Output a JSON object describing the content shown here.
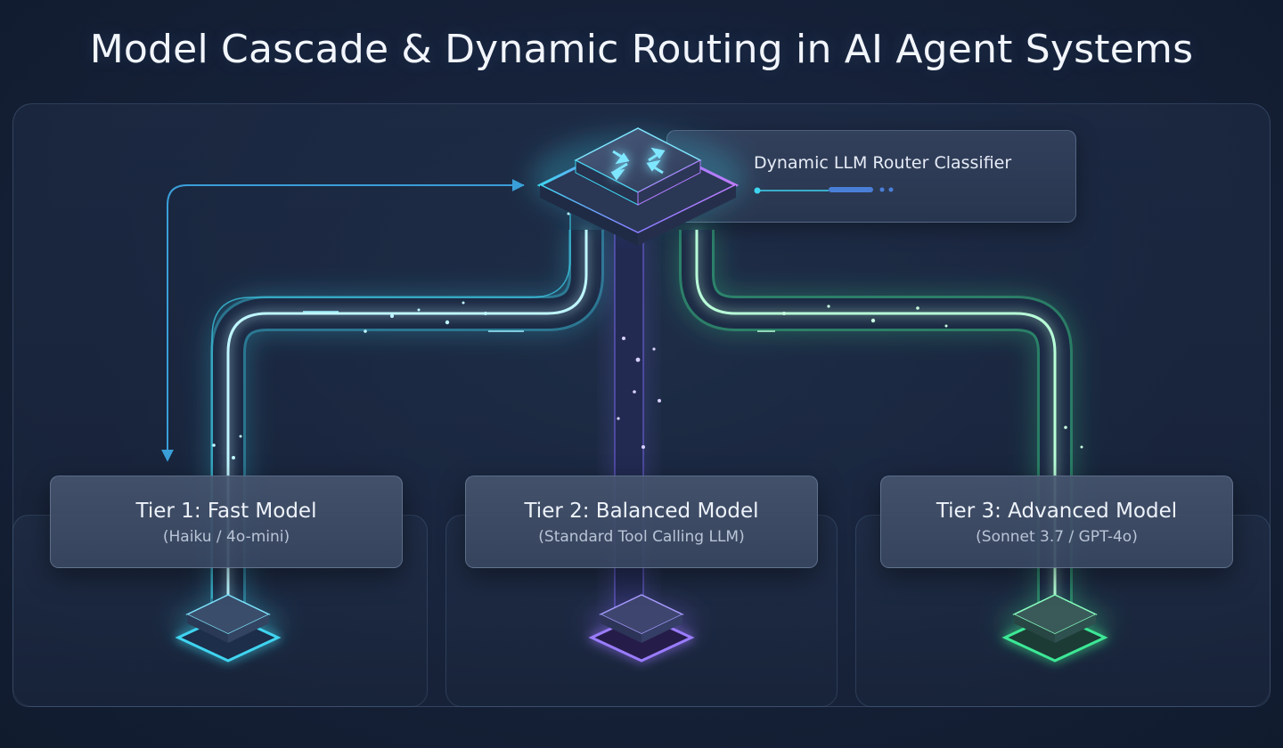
{
  "title": "Model Cascade & Dynamic Routing in AI Agent Systems",
  "router": {
    "label": "Dynamic LLM Router Classifier",
    "icon": "routing-arrows-icon"
  },
  "tiers": [
    {
      "title": "Tier 1: Fast Model",
      "subtitle": "(Haiku / 4o-mini)",
      "color": "#3fd4f0"
    },
    {
      "title": "Tier 2: Balanced Model",
      "subtitle": "(Standard Tool Calling LLM)",
      "color": "#7c6cf5"
    },
    {
      "title": "Tier 3: Advanced Model",
      "subtitle": "(Sonnet 3.7 / GPT-4o)",
      "color": "#3ee896"
    }
  ],
  "colors": {
    "background": "#16223a",
    "tier1": "#3fd4f0",
    "tier2": "#7c6cf5",
    "tier3": "#3ee896",
    "feedback_line": "#3a9ed8"
  }
}
